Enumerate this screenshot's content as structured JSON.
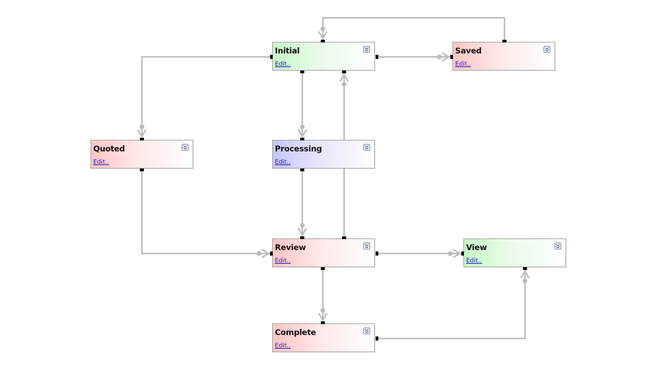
{
  "diagram": {
    "edit_label": "Edit..",
    "colors": {
      "connector": "#bdbdbd",
      "port": "#111111",
      "green_state": "#c6f5c6",
      "red_state": "#ffc4c4",
      "blue_state": "#c4c4f7",
      "link": "#2222cc"
    },
    "nodes": [
      {
        "id": "initial",
        "title": "Initial",
        "color": "green",
        "expand_icon": "double-chevron-down-icon"
      },
      {
        "id": "saved",
        "title": "Saved",
        "color": "red",
        "expand_icon": "double-chevron-down-icon"
      },
      {
        "id": "quoted",
        "title": "Quoted",
        "color": "red",
        "expand_icon": "double-chevron-down-icon"
      },
      {
        "id": "processing",
        "title": "Processing",
        "color": "blue",
        "expand_icon": "double-chevron-down-icon"
      },
      {
        "id": "review",
        "title": "Review",
        "color": "red",
        "expand_icon": "double-chevron-down-icon"
      },
      {
        "id": "view",
        "title": "View",
        "color": "green",
        "expand_icon": "double-chevron-down-icon"
      },
      {
        "id": "complete",
        "title": "Complete",
        "color": "red",
        "expand_icon": "double-chevron-down-icon"
      }
    ],
    "transitions": [
      {
        "from": "initial",
        "to": "saved"
      },
      {
        "from": "saved",
        "to": "initial"
      },
      {
        "from": "initial",
        "to": "quoted"
      },
      {
        "from": "initial",
        "to": "processing"
      },
      {
        "from": "review",
        "to": "initial"
      },
      {
        "from": "processing",
        "to": "review"
      },
      {
        "from": "quoted",
        "to": "review"
      },
      {
        "from": "review",
        "to": "view"
      },
      {
        "from": "review",
        "to": "complete"
      },
      {
        "from": "complete",
        "to": "view"
      }
    ]
  }
}
